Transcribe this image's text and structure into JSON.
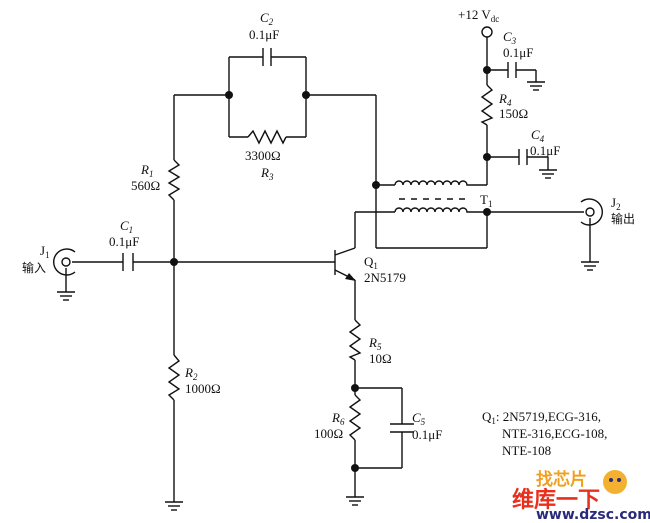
{
  "title": "2N5179 transistor amplifier schematic",
  "supply": {
    "label": "+12 V",
    "sub": "dc"
  },
  "components": {
    "C1": {
      "name": "C",
      "sub": "1",
      "value": "0.1μF"
    },
    "C2": {
      "name": "C",
      "sub": "2",
      "value": "0.1μF"
    },
    "C3": {
      "name": "C",
      "sub": "3",
      "value": "0.1μF"
    },
    "C4": {
      "name": "C",
      "sub": "4",
      "value": "0.1μF"
    },
    "C5": {
      "name": "C",
      "sub": "5",
      "value": "0.1μF"
    },
    "R1": {
      "name": "R",
      "sub": "1",
      "value": "560Ω"
    },
    "R2": {
      "name": "R",
      "sub": "2",
      "value": "1000Ω"
    },
    "R3": {
      "name": "R",
      "sub": "3",
      "value": "3300Ω"
    },
    "R4": {
      "name": "R",
      "sub": "4",
      "value": "150Ω"
    },
    "R5": {
      "name": "R",
      "sub": "5",
      "value": "10Ω"
    },
    "R6": {
      "name": "R",
      "sub": "6",
      "value": "100Ω"
    },
    "Q1": {
      "name": "Q",
      "sub": "1",
      "value": "2N5179"
    },
    "T1": {
      "name": "T",
      "sub": "1"
    },
    "J1": {
      "name": "J",
      "sub": "1",
      "label": "输入"
    },
    "J2": {
      "name": "J",
      "sub": "2",
      "label": "输出"
    }
  },
  "note": {
    "prefix": "Q",
    "sub": "1",
    "lines": [
      ": 2N5719,ECG-316,",
      "NTE-316,ECG-108,",
      "NTE-108"
    ]
  },
  "watermark": {
    "top": "找芯片",
    "middle": "维库一下",
    "url": "www.dzsc.com"
  }
}
